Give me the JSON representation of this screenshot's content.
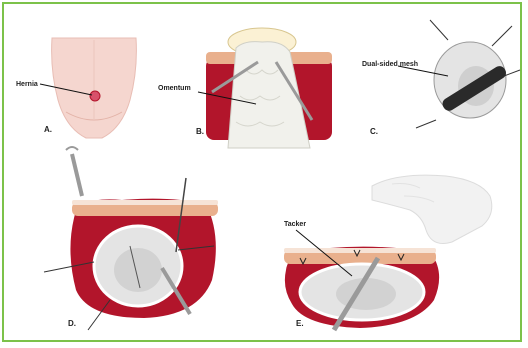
{
  "panels": [
    {
      "letter": "A.",
      "callout": "Hernia"
    },
    {
      "letter": "B.",
      "callout": "Omentum"
    },
    {
      "letter": "C.",
      "callout": "Dual-sided mesh"
    },
    {
      "letter": "D.",
      "callout": ""
    },
    {
      "letter": "E.",
      "callout": "Tacker"
    }
  ],
  "colors": {
    "frame": "#7cc24a",
    "skin": "#f5d6cf",
    "muscle": "#b2152b",
    "fat": "#e9b08d",
    "mesh": "#e4e4e4",
    "instrument": "#9a9a9a"
  }
}
